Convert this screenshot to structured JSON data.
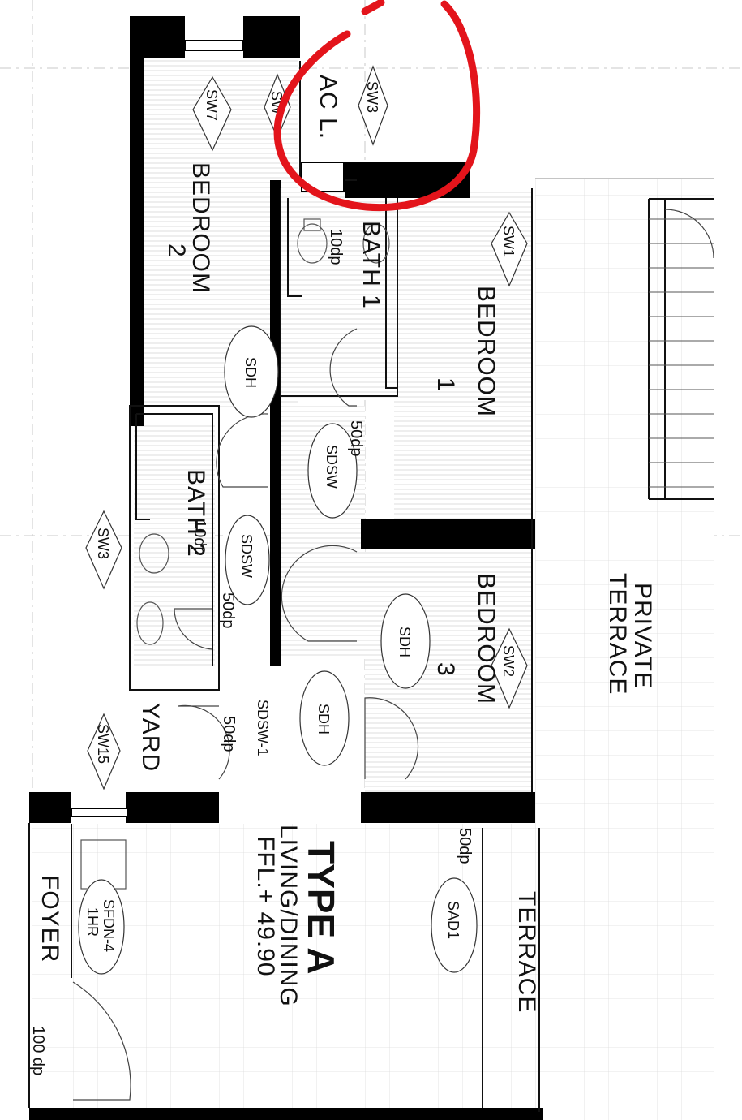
{
  "plan": {
    "title": "TYPE A",
    "rooms": {
      "bedroom2": [
        "BEDROOM",
        "2"
      ],
      "bedroom1": [
        "BEDROOM",
        "1"
      ],
      "bedroom3": [
        "BEDROOM",
        "3"
      ],
      "bath1": "BATH 1",
      "bath2": "BATH 2",
      "ac": "AC L.",
      "yard": "YARD",
      "private_terrace": [
        "PRIVATE",
        "TERRACE"
      ],
      "terrace": "TERRACE",
      "living": "LIVING/DINING",
      "ffl": "FFL.+ 49.90",
      "foyer": "FOYER"
    },
    "tags": {
      "sw7": "SW7",
      "sw_top": "SW",
      "sw3_top": "SW3",
      "sw1": "SW1",
      "sw3_left": "SW3",
      "sw2": "SW2",
      "sw15": "SW15",
      "sdh_b2": "SDH",
      "sdh_b3": "SDH",
      "sdh_hall": "SDH",
      "sdsw_center": "SDSW",
      "sdsw_bath2": "SDSW",
      "sdsw1": "SDSW-1",
      "sad1": "SAD1",
      "sfdn": [
        "SFDN-4",
        "1HR"
      ]
    },
    "dims": {
      "bath1_10dp": "10dp",
      "hall_50dp": "50dp",
      "bath2_10dp": "10dp",
      "bath2_50dp": "50dp",
      "yard_50dp": "50dp",
      "terrace_50dp": "50dp",
      "foyer_100dp": "100 dp"
    },
    "markup_color": "#e3141b"
  }
}
